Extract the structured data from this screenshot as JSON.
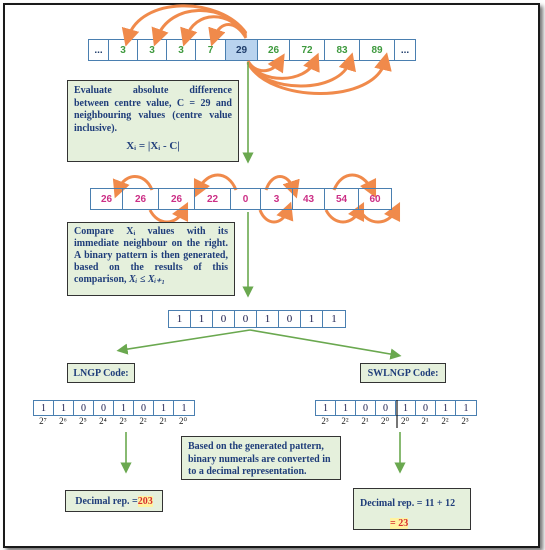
{
  "row1": [
    "...",
    "3",
    "3",
    "3",
    "7",
    "29",
    "26",
    "72",
    "83",
    "89",
    "..."
  ],
  "row2": [
    "26",
    "26",
    "26",
    "22",
    "0",
    "3",
    "43",
    "54",
    "60"
  ],
  "box1": {
    "text": "Evaluate absolute difference between centre value, C = 29 and neighbouring values (centre value inclusive).",
    "equation": "Xᵢ = |Xᵢ - C|"
  },
  "box2": {
    "text1": "Compare Xᵢ values with its immediate neighbour on the right. A binary pattern is then generated, based on the results of this comparison, ",
    "cond": "Xᵢ ≤ Xᵢ₊₁"
  },
  "pattern": [
    "1",
    "1",
    "0",
    "0",
    "1",
    "0",
    "1",
    "1"
  ],
  "lngp": {
    "label": "LNGP Code:",
    "powers": [
      "2⁷",
      "2⁶",
      "2⁵",
      "2⁴",
      "2³",
      "2²",
      "2¹",
      "2⁰"
    ],
    "decimal_label": "Decimal rep. = ",
    "decimal_value": "203"
  },
  "swlngp": {
    "label": "SWLNGP Code:",
    "powers": [
      "2³",
      "2²",
      "2¹",
      "2⁰",
      "2⁰",
      "2¹",
      "2²",
      "2³"
    ],
    "decimal_label": "Decimal rep. = 11 + 12",
    "decimal_value": "= 23"
  },
  "note": "Based on the generated pattern, binary numerals are converted in to a decimal representation.",
  "colors": {
    "arrow_orange": "#f08a4b",
    "arrow_green": "#6aa84f",
    "box_fill": "#e5f0dc",
    "pink": "#cc2f86",
    "green_text": "#3e9a3e"
  }
}
